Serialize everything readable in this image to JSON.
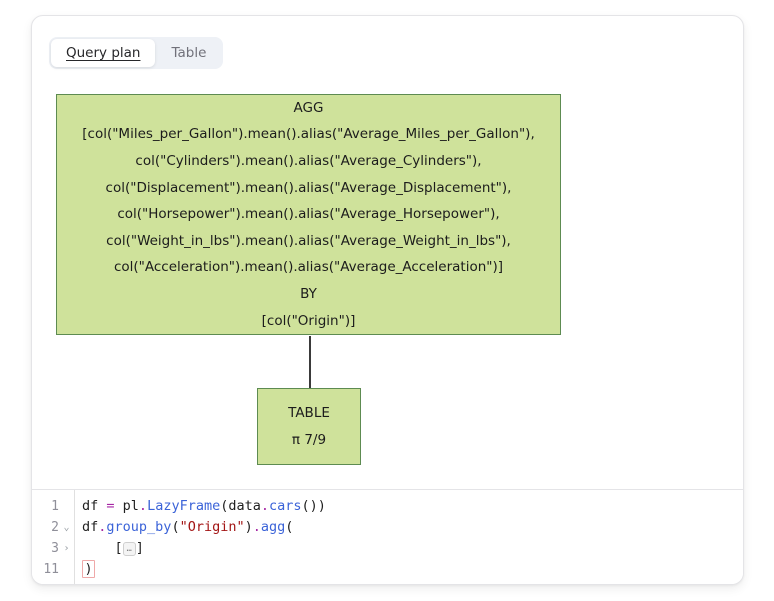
{
  "tabs": {
    "items": [
      {
        "label": "Query plan",
        "active": true
      },
      {
        "label": "Table",
        "active": false
      }
    ]
  },
  "diagram": {
    "node_fill": "#cfe29b",
    "node_border": "#5d8b51",
    "agg_node_lines": [
      "AGG",
      "[col(\"Miles_per_Gallon\").mean().alias(\"Average_Miles_per_Gallon\"),",
      "col(\"Cylinders\").mean().alias(\"Average_Cylinders\"),",
      "col(\"Displacement\").mean().alias(\"Average_Displacement\"),",
      "col(\"Horsepower\").mean().alias(\"Average_Horsepower\"),",
      "col(\"Weight_in_lbs\").mean().alias(\"Average_Weight_in_lbs\"),",
      "col(\"Acceleration\").mean().alias(\"Average_Acceleration\")]",
      "BY",
      "[col(\"Origin\")]"
    ],
    "table_node_lines": [
      "TABLE",
      "π 7/9"
    ]
  },
  "editor": {
    "syntax_colors": {
      "operator": "#a626a4",
      "function": "#3b63d8",
      "string": "#a31515",
      "default": "#1f1f1f"
    },
    "lines": [
      {
        "number": "1",
        "fold": "",
        "tokens": [
          {
            "t": "df ",
            "c": ""
          },
          {
            "t": "=",
            "c": "op"
          },
          {
            "t": " pl",
            "c": ""
          },
          {
            "t": ".",
            "c": "op"
          },
          {
            "t": "LazyFrame",
            "c": "fn"
          },
          {
            "t": "(data",
            "c": ""
          },
          {
            "t": ".",
            "c": "op"
          },
          {
            "t": "cars",
            "c": "fn"
          },
          {
            "t": "())",
            "c": ""
          }
        ]
      },
      {
        "number": "2",
        "fold": "⌄",
        "tokens": [
          {
            "t": "df",
            "c": ""
          },
          {
            "t": ".",
            "c": "op"
          },
          {
            "t": "group_by",
            "c": "fn"
          },
          {
            "t": "(",
            "c": ""
          },
          {
            "t": "\"Origin\"",
            "c": "str"
          },
          {
            "t": ")",
            "c": ""
          },
          {
            "t": ".",
            "c": "op"
          },
          {
            "t": "agg",
            "c": "fn"
          },
          {
            "t": "(",
            "c": ""
          }
        ]
      },
      {
        "number": "3",
        "fold": "›",
        "tokens": [
          {
            "t": "    [",
            "c": ""
          },
          {
            "t": "…",
            "c": "fold-widget"
          },
          {
            "t": "]",
            "c": ""
          }
        ]
      },
      {
        "number": "11",
        "fold": "",
        "tokens": [
          {
            "t": ")",
            "c": "bracket-error"
          }
        ]
      }
    ]
  }
}
